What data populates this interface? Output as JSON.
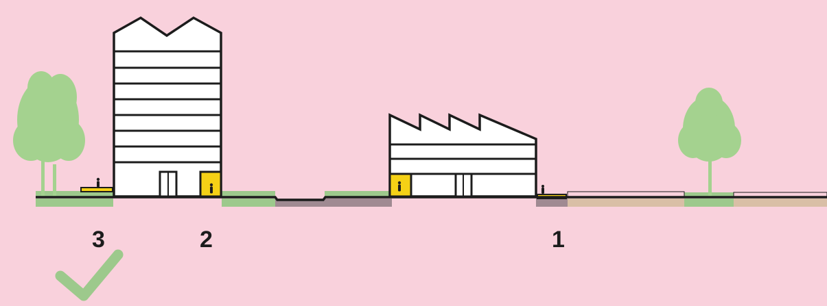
{
  "markers": [
    {
      "id": "3",
      "label": "3"
    },
    {
      "id": "2",
      "label": "2"
    },
    {
      "id": "1",
      "label": "1"
    }
  ],
  "colors": {
    "background": "#f9d1dc",
    "vegetation": "#9dc98c",
    "tree": "#a4d28f",
    "road": "#a08a92",
    "sand": "#d9bfa6",
    "highlight": "#f5d116",
    "line": "#1c1c1c",
    "building_fill": "#ffffff",
    "checkmark": "#9dc98c"
  },
  "icons": [
    "tree-icon",
    "person-icon",
    "checkmark-icon"
  ]
}
